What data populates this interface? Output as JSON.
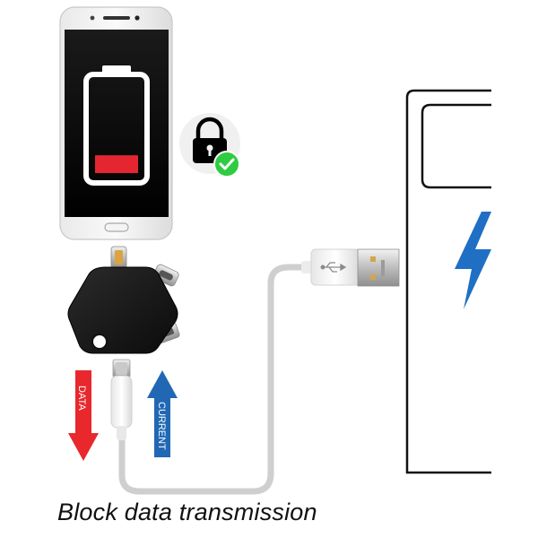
{
  "caption": "Block data transmission",
  "arrows": {
    "data_label": "DATA",
    "current_label": "CURRENT"
  },
  "phone": {
    "battery_level": 0.2
  },
  "icons": {
    "lock": "lock-icon",
    "check": "check-badge-icon",
    "bolt": "lightning-bolt-icon",
    "usb": "usb-symbol-icon"
  },
  "colors": {
    "data_arrow": "#e8282d",
    "current_arrow": "#2168b4",
    "battery_low": "#e52630",
    "check_badge": "#2ecc40",
    "bolt": "#1f6fc4",
    "cable": "#cfcfcf"
  }
}
